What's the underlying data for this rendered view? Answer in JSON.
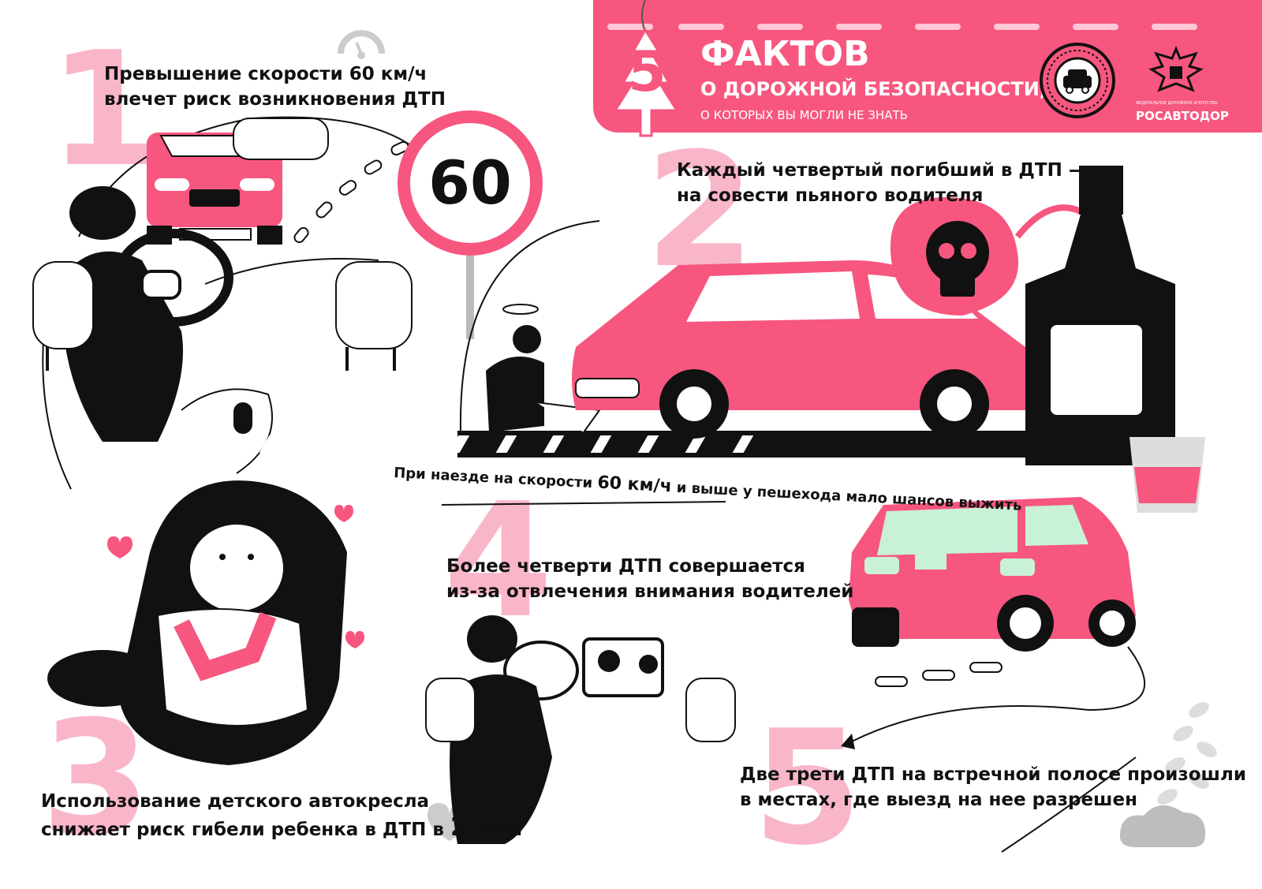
{
  "header": {
    "badge_number": "5",
    "title": "ФАКТОВ",
    "subtitle": "О ДОРОЖНОЙ БЕЗОПАСНОСТИ,",
    "subtitle2": "О КОТОРЫХ ВЫ МОГЛИ НЕ ЗНАТЬ",
    "agency_small": "ФЕДЕРАЛЬНОЕ ДОРОЖНОЕ АГЕНТСТВО",
    "agency": "РОСАВТОДОР"
  },
  "facts": [
    {
      "number": "1",
      "line1": "Превышение скорости 60 км/ч",
      "line2": "влечет риск возникновения ДТП"
    },
    {
      "number": "2",
      "line1": "Каждый четвертый погибший в ДТП —",
      "line2": "на совести пьяного водителя"
    },
    {
      "number": "3",
      "line1": "Использование детского автокресла",
      "line2_pre": "снижает риск гибели ребенка в ДТП в ",
      "line2_num": "2",
      "line2_post": " раза"
    },
    {
      "number": "4",
      "line1": "Более четверти ДТП совершается",
      "line2": "из-за отвлечения внимания водителей"
    },
    {
      "number": "5",
      "line1": "Две трети ДТП на встречной полосе произошли",
      "line2": "в местах, где выезд на нее разрешен"
    }
  ],
  "speed_sign": "60",
  "arc_text": {
    "pre": "При наезде на скорости ",
    "speed": "60 км/ч",
    "post": " и выше у пешехода мало шансов выжить"
  },
  "colors": {
    "accent": "#f7567f",
    "accent_light": "#f9b6c8",
    "mint": "#c8f1d8",
    "ink": "#111111",
    "gray": "#bdbdbd"
  }
}
